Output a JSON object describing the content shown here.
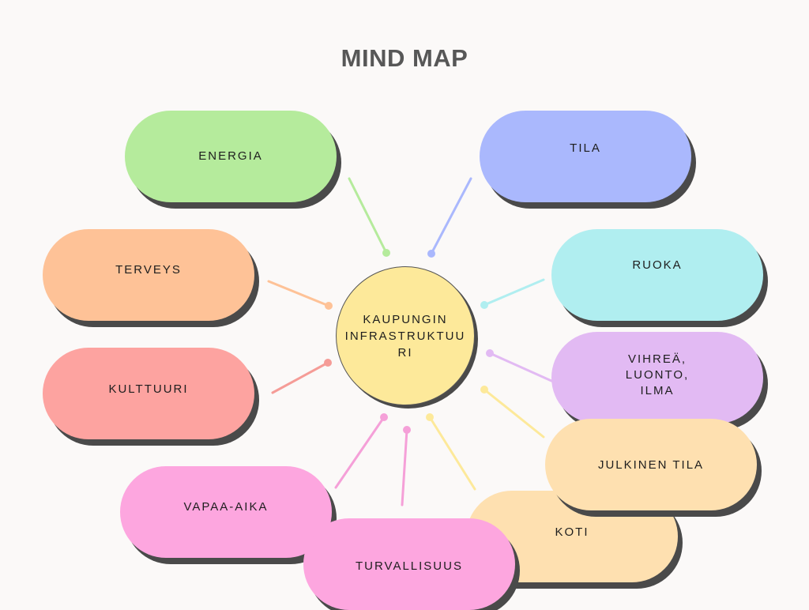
{
  "title": "MIND MAP",
  "center": {
    "label": "KAUPUNGIN\nINFRASTRUKTUU\nRI",
    "color": "#fde99a"
  },
  "nodes": [
    {
      "id": "energia",
      "label": "ENERGIA",
      "color": "#b5eb9c"
    },
    {
      "id": "tila",
      "label": "TILA",
      "color": "#aab8fd"
    },
    {
      "id": "terveys",
      "label": "TERVEYS",
      "color": "#fec297"
    },
    {
      "id": "ruoka",
      "label": "RUOKA",
      "color": "#b0eef0"
    },
    {
      "id": "kulttuuri",
      "label": "KULTTUURI",
      "color": "#fda3a0"
    },
    {
      "id": "vihrea",
      "label": "VIHREÄ,\nLUONTO,\nILMA",
      "color": "#e2baf3"
    },
    {
      "id": "julkinen-tila",
      "label": "JULKINEN TILA",
      "color": "#fee0b0"
    },
    {
      "id": "koti",
      "label": "KOTI",
      "color": "#fee0b0"
    },
    {
      "id": "vapaa-aika",
      "label": "VAPAA-AIKA",
      "color": "#fda6df"
    },
    {
      "id": "turvallisuus",
      "label": "TURVALLISUUS",
      "color": "#fda6df"
    }
  ],
  "connectors": [
    {
      "to": "energia",
      "color": "#b5eb9c"
    },
    {
      "to": "tila",
      "color": "#aab8fd"
    },
    {
      "to": "terveys",
      "color": "#fec297"
    },
    {
      "to": "ruoka",
      "color": "#b0eef0"
    },
    {
      "to": "kulttuuri",
      "color": "#f59c97"
    },
    {
      "to": "vihrea",
      "color": "#e2baf3"
    },
    {
      "to": "julkinen-tila",
      "color": "#fde99a"
    },
    {
      "to": "koti",
      "color": "#fde99a"
    },
    {
      "to": "vapaa-aika",
      "color": "#f5a0d8"
    },
    {
      "to": "turvallisuus",
      "color": "#f5a0d8"
    }
  ]
}
